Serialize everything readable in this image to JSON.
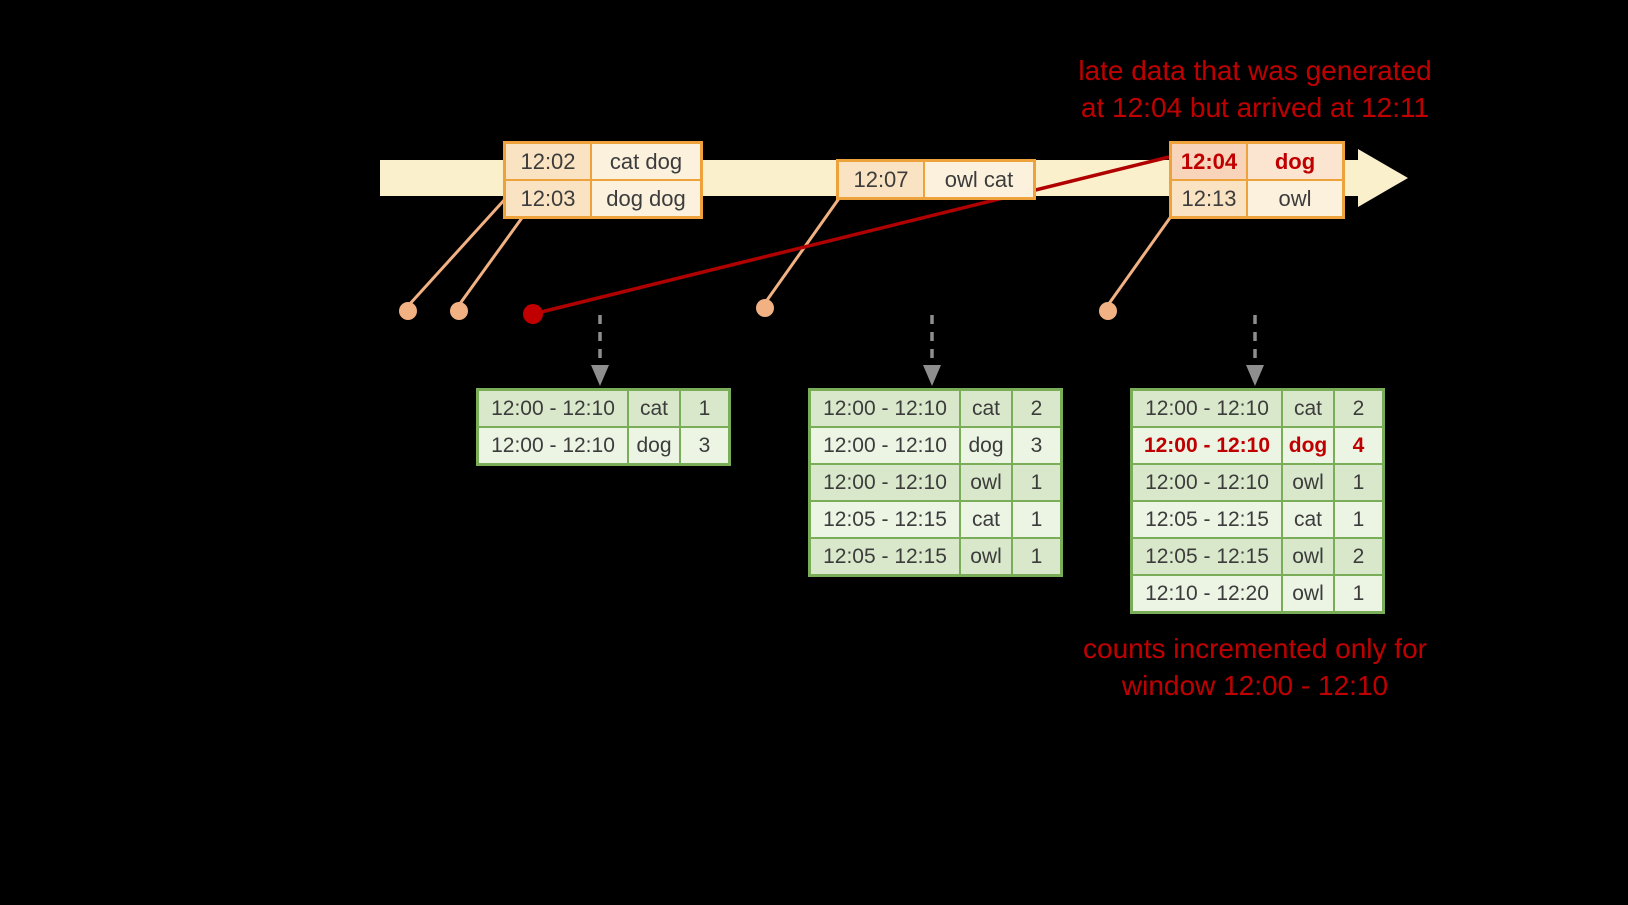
{
  "annotations": {
    "late_data_line1": "late data that was generated",
    "late_data_line2": "at 12:04 but arrived at 12:11",
    "counts_line1": "counts incremented only for",
    "counts_line2": "window 12:00 - 12:10"
  },
  "event_tables": [
    {
      "rows": [
        {
          "time": "12:02",
          "words": "cat dog"
        },
        {
          "time": "12:03",
          "words": "dog dog"
        }
      ]
    },
    {
      "rows": [
        {
          "time": "12:07",
          "words": "owl cat"
        }
      ]
    },
    {
      "rows": [
        {
          "time": "12:04",
          "words": "dog"
        },
        {
          "time": "12:13",
          "words": "owl"
        }
      ]
    }
  ],
  "result_tables": [
    {
      "rows": [
        {
          "window": "12:00 - 12:10",
          "word": "cat",
          "count": "1"
        },
        {
          "window": "12:00 - 12:10",
          "word": "dog",
          "count": "3"
        }
      ]
    },
    {
      "rows": [
        {
          "window": "12:00 - 12:10",
          "word": "cat",
          "count": "2"
        },
        {
          "window": "12:00 - 12:10",
          "word": "dog",
          "count": "3"
        },
        {
          "window": "12:00 - 12:10",
          "word": "owl",
          "count": "1"
        },
        {
          "window": "12:05 - 12:15",
          "word": "cat",
          "count": "1"
        },
        {
          "window": "12:05 - 12:15",
          "word": "owl",
          "count": "1"
        }
      ]
    },
    {
      "rows": [
        {
          "window": "12:00 - 12:10",
          "word": "cat",
          "count": "2"
        },
        {
          "window": "12:00 - 12:10",
          "word": "dog",
          "count": "4"
        },
        {
          "window": "12:00 - 12:10",
          "word": "owl",
          "count": "1"
        },
        {
          "window": "12:05 - 12:15",
          "word": "cat",
          "count": "1"
        },
        {
          "window": "12:05 - 12:15",
          "word": "owl",
          "count": "2"
        },
        {
          "window": "12:10 - 12:20",
          "word": "owl",
          "count": "1"
        }
      ]
    }
  ],
  "colors": {
    "late_red": "#c00000",
    "timeline_fill": "#fbf0cc",
    "event_border_orange": "#eda23c",
    "connector_salmon": "#f1b183",
    "result_border_green": "#7aad58",
    "trigger_arrow_gray": "#8e8e8e"
  }
}
